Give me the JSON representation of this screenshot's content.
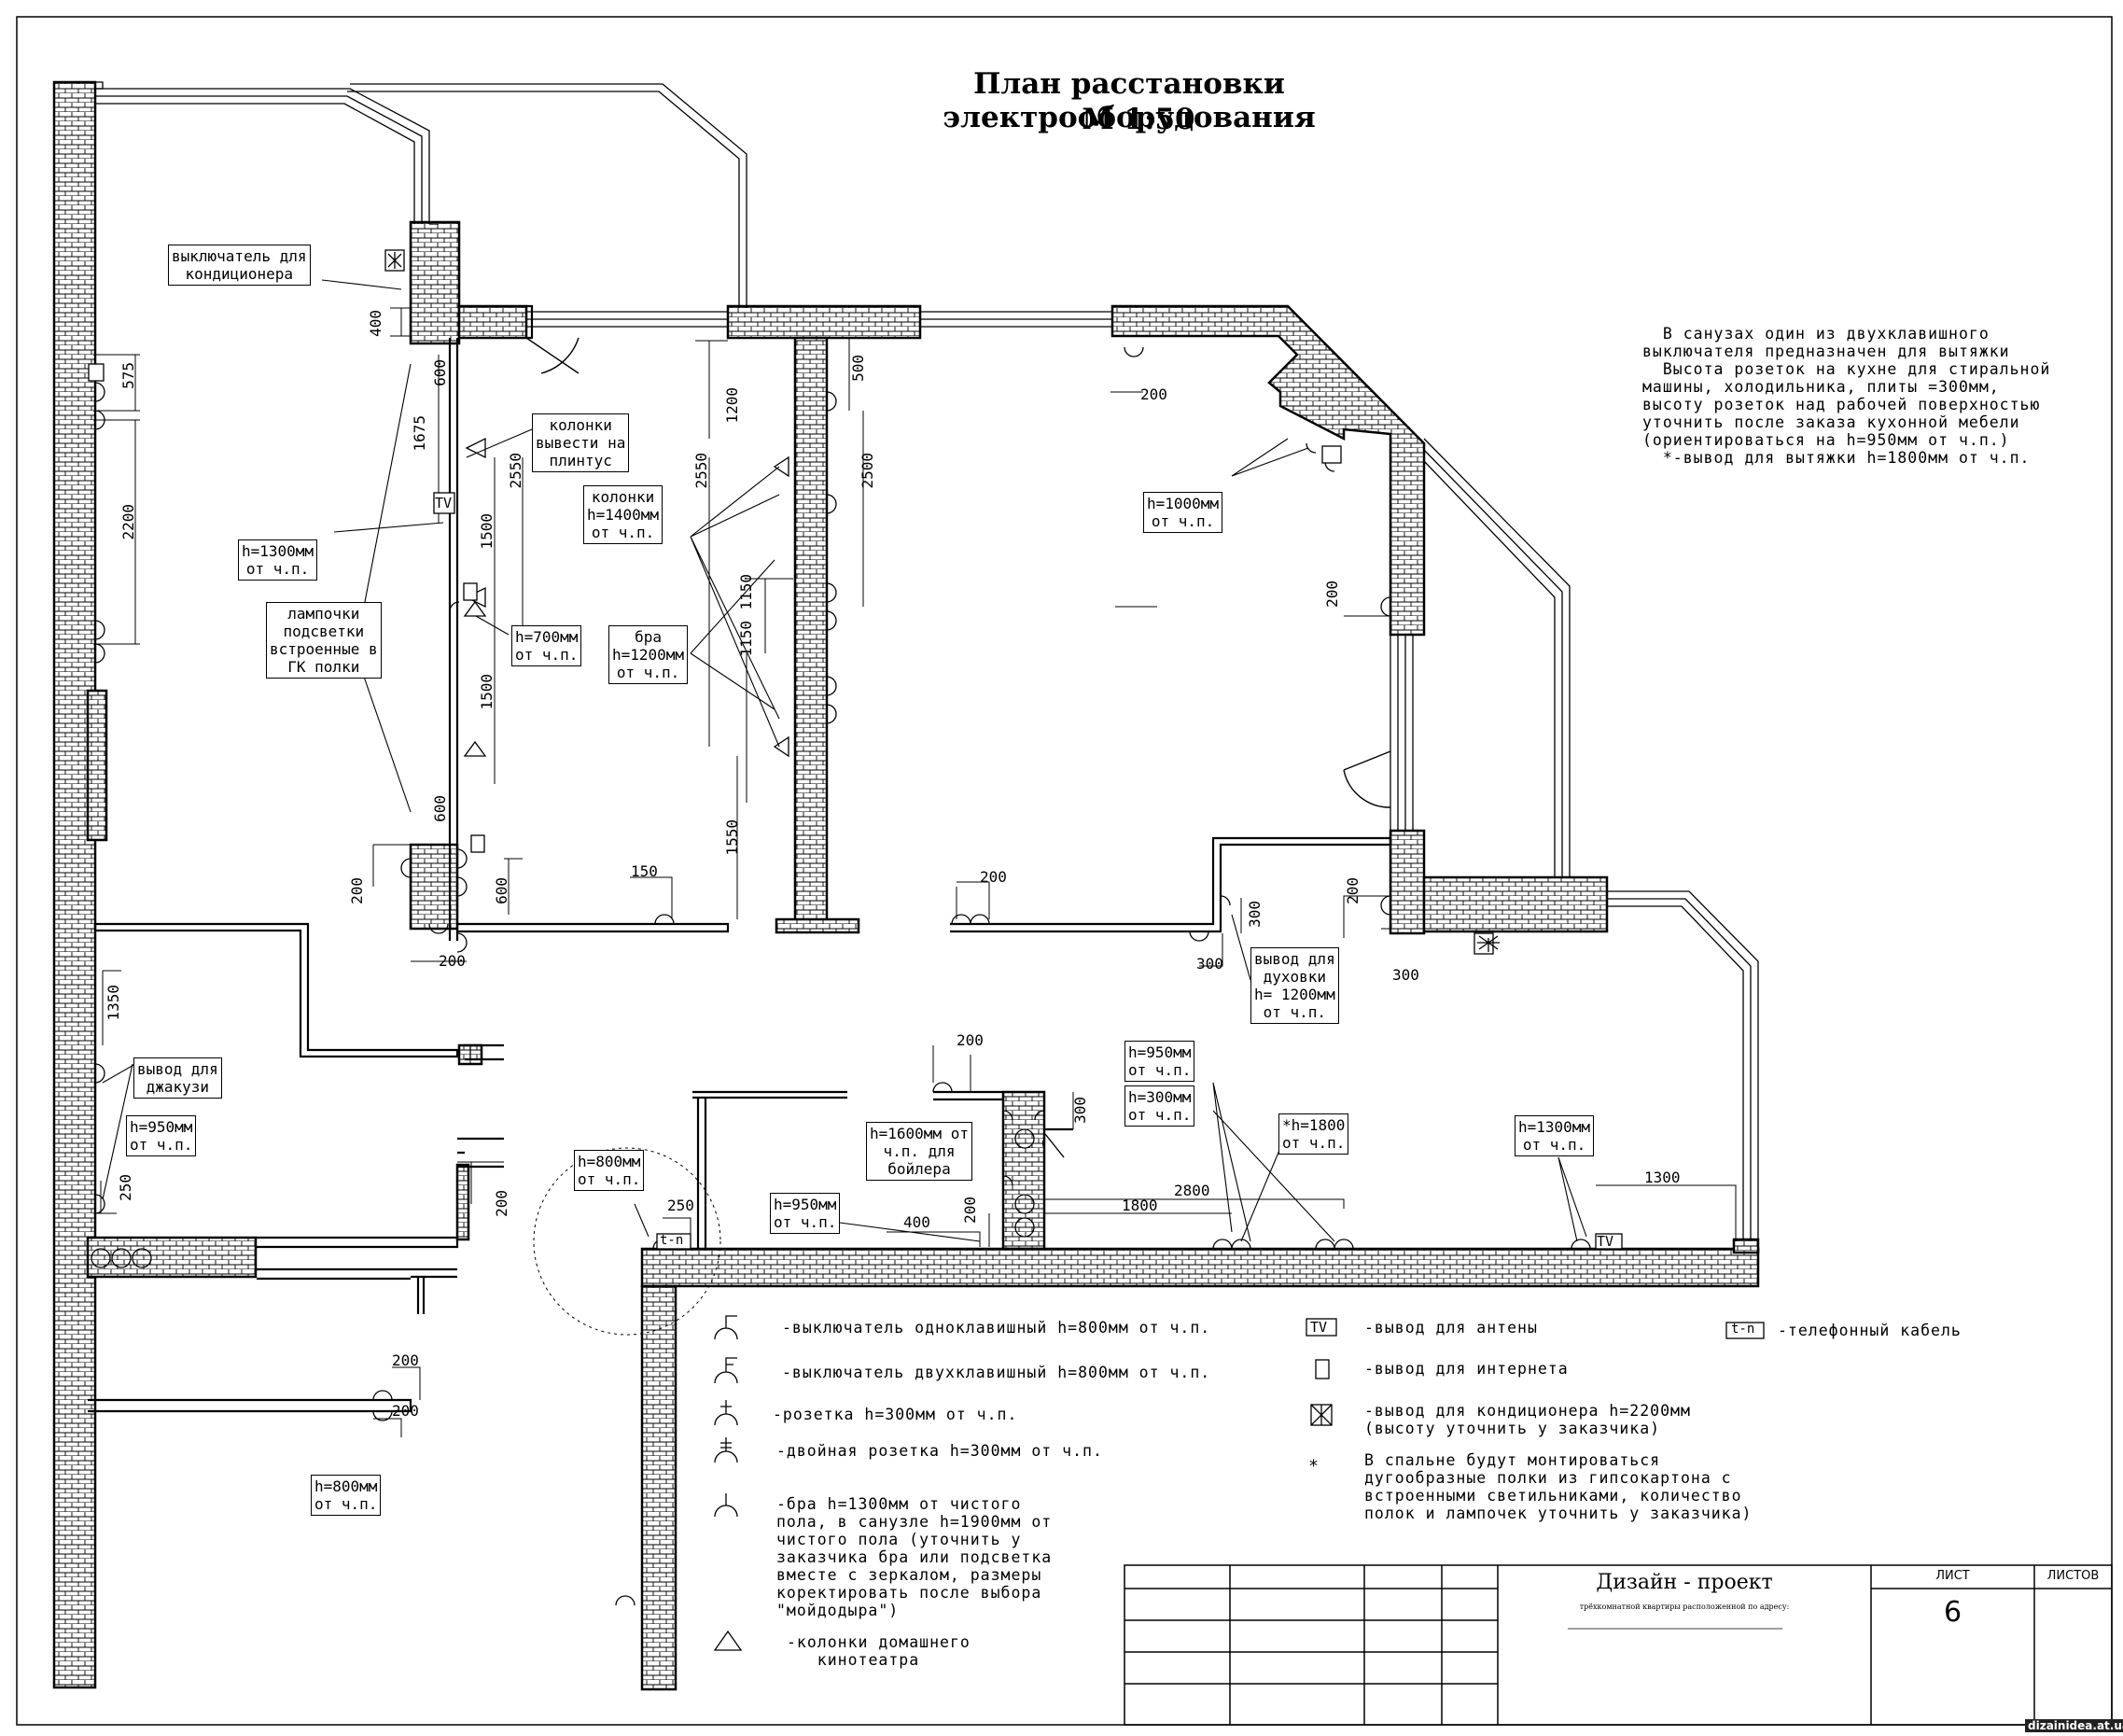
{
  "title": {
    "line1": "План расстановки электрооборудования",
    "line2": "М 1:50"
  },
  "notes": "  В санузах один из двухклавишного\nвыключателя предназначен для вытяжки\n  Высота розеток на кухне для стиральной\nмашины, холодильника, плиты =300мм,\nвысоту розеток над рабочей поверхностью\nуточнить после заказа кухонной мебели\n(ориентироваться на h=950мм от ч.п.)\n  *-вывод для вытяжки h=1800мм от ч.п.",
  "callouts": {
    "ac_switch": "выключатель для\nкондиционера",
    "speakers_plinth": "колонки\nвывести на\nплинтус",
    "speakers_h1400": "колонки\nh=1400мм\nот ч.п.",
    "h1300_left": "h=1300мм\nот ч.п.",
    "lamps": "лампочки\nподсветки\nвстроенные в\nГК полки",
    "h700": "h=700мм\nот ч.п.",
    "bra_h1200": "бра\nh=1200мм\nот ч.п.",
    "h1000": "h=1000мм\nот ч.п.",
    "oven": "вывод для\nдуховки\nh= 1200мм\nот ч.п.",
    "jacuzzi": "вывод для\nджакузи",
    "h950_bath": "h=950мм\nот ч.п.",
    "h800_center": "h=800мм\nот ч.п.",
    "h950_mid": "h=950мм\nот ч.п.",
    "boiler": "h=1600мм от\nч.п. для\nбойлера",
    "h950_right": "h=950мм\nот ч.п.",
    "h300_right": "h=300мм\nот ч.п.",
    "h1800": "*h=1800\nот ч.п.",
    "h1300_right": "h=1300мм\nот ч.п.",
    "h800_bottom": "h=800мм\nот ч.п."
  },
  "dims": {
    "d575": "575",
    "d400a": "400",
    "d600a": "600",
    "d2200": "2200",
    "d1675": "1675",
    "d2550a": "2550",
    "d1500a": "1500",
    "d1500b": "1500",
    "d1200": "1200",
    "d2550b": "2550",
    "d1150a": "1150",
    "d1150b": "1150",
    "d500": "500",
    "d2500": "2500",
    "d1550": "1550",
    "d600b": "600",
    "d200a": "200",
    "d600c": "600",
    "d200b": "200",
    "d150": "150",
    "d200c": "200",
    "d300a": "300",
    "d200d": "200",
    "d300b": "300",
    "d200e": "200",
    "d300c": "300",
    "d200f": "200",
    "d1350": "1350",
    "d250a": "250",
    "d200g": "200",
    "d250b": "250",
    "d400b": "400",
    "d200h": "200",
    "d300d": "300",
    "d2800": "2800",
    "d1800": "1800",
    "d1300": "1300",
    "d200i": "200",
    "d200j": "200",
    "d200k": "200"
  },
  "wall_labels": {
    "tv_bedroom": "TV",
    "tv_living": "TV",
    "tel": "t-n"
  },
  "legend": {
    "switch1": "-выключатель одноклавишный h=800мм от ч.п.",
    "switch2": "-выключатель двухклавишный h=800мм от ч.п.",
    "socket": "-розетка h=300мм от ч.п.",
    "double_socket": "-двойная розетка h=300мм от ч.п.",
    "bra": "-бра h=1300мм от чистого\nпола, в санузле h=1900мм от\nчистого пола (уточнить у\nзаказчика бра или подсветка\nвместе с зеркалом, размеры\nкоректировать после выбора\n\"мойдодыра\")",
    "speakers": "-колонки домашнего\n   кинотеатра",
    "tv_sym": "TV",
    "antenna": "-вывод для антены",
    "internet": "-вывод для интернета",
    "ac": "-вывод для кондиционера h=2200мм\n(высоту уточнить у заказчика)",
    "shelves": "В спальне будут монтироваться\nдугообразные полки из гипсокартона с\nвстроенными светильниками, количество\nполок и лампочек уточнить у заказчика)",
    "tel_sym": "t-n",
    "phone": "-телефонный кабель"
  },
  "stamp": {
    "title": "Дизайн - проект",
    "subtitle": "трёхкомнатной квартиры расположенной по адресу:",
    "sheet_label": "ЛИСТ",
    "sheets_label": "ЛИСТОВ",
    "sheet_no": "6"
  },
  "watermark": "dizainidea.at.ua",
  "colors": {
    "line": "#000000",
    "paper": "#ffffff"
  }
}
